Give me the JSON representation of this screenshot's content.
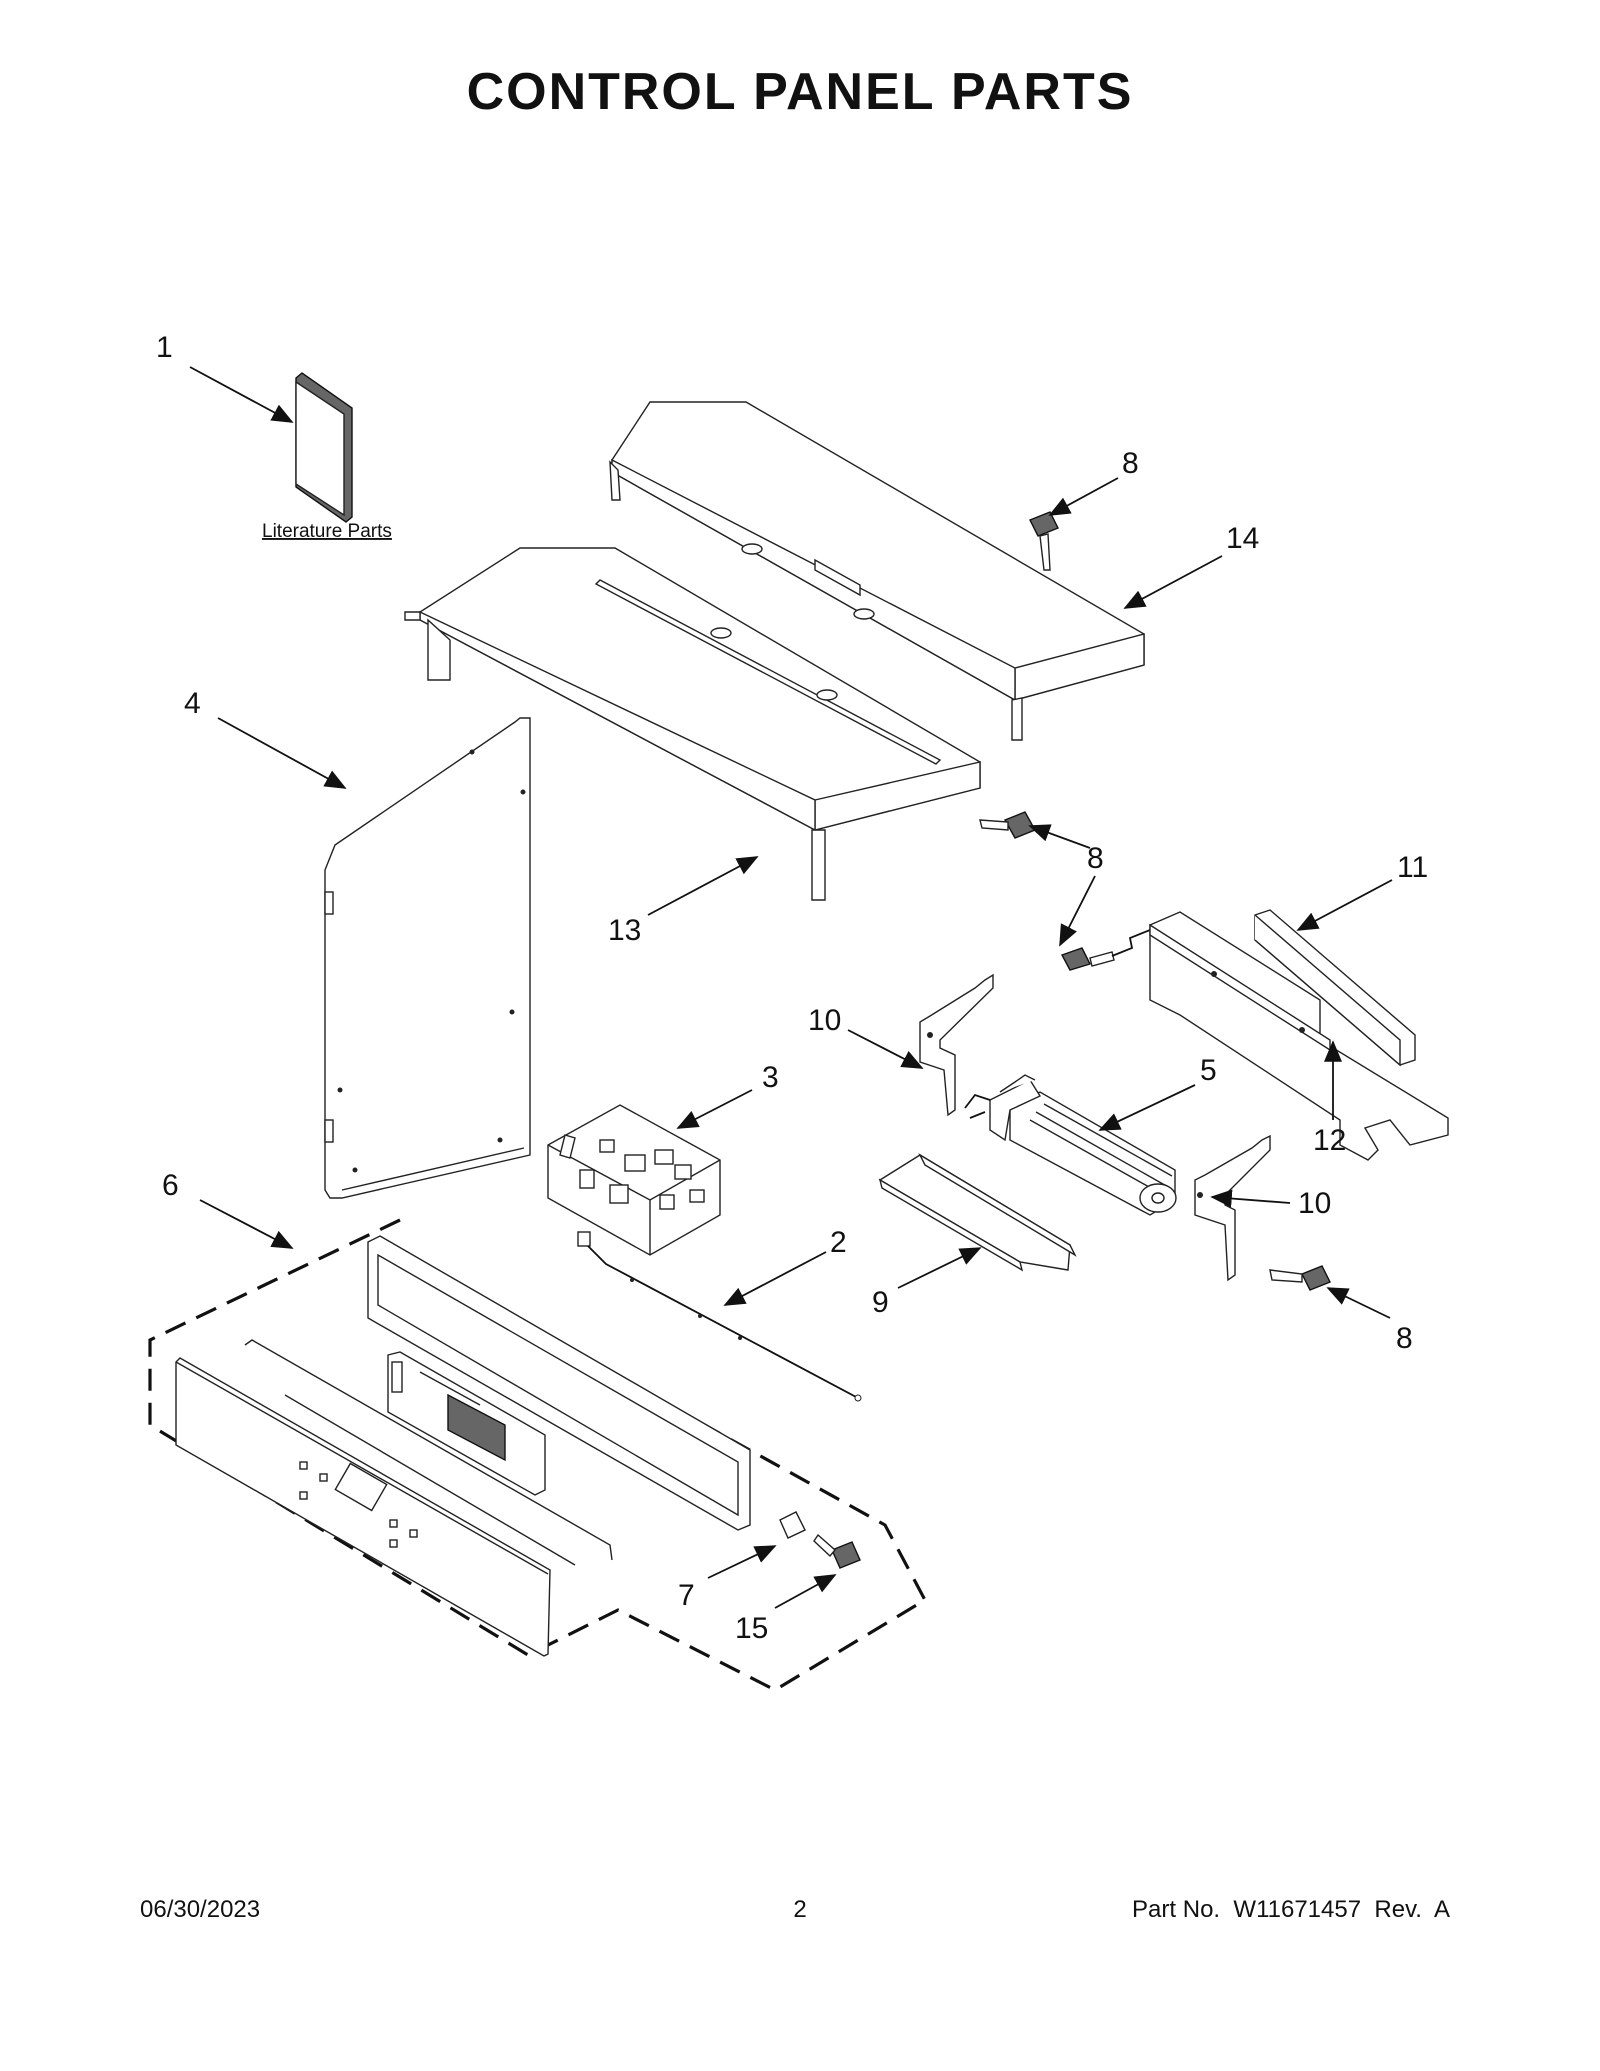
{
  "page": {
    "title": "CONTROL PANEL PARTS",
    "literature_label": "Literature Parts"
  },
  "callouts": [
    {
      "id": "c1",
      "text": "1"
    },
    {
      "id": "c8a",
      "text": "8"
    },
    {
      "id": "c14",
      "text": "14"
    },
    {
      "id": "c4",
      "text": "4"
    },
    {
      "id": "c8b",
      "text": "8"
    },
    {
      "id": "c11",
      "text": "11"
    },
    {
      "id": "c13",
      "text": "13"
    },
    {
      "id": "c10a",
      "text": "10"
    },
    {
      "id": "c3",
      "text": "3"
    },
    {
      "id": "c5",
      "text": "5"
    },
    {
      "id": "c12",
      "text": "12"
    },
    {
      "id": "c6",
      "text": "6"
    },
    {
      "id": "c10b",
      "text": "10"
    },
    {
      "id": "c2",
      "text": "2"
    },
    {
      "id": "c9",
      "text": "9"
    },
    {
      "id": "c8c",
      "text": "8"
    },
    {
      "id": "c7",
      "text": "7"
    },
    {
      "id": "c15",
      "text": "15"
    }
  ],
  "footer": {
    "date": "06/30/2023",
    "page_number": "2",
    "part_number": "Part No.  W11671457  Rev.  A"
  }
}
